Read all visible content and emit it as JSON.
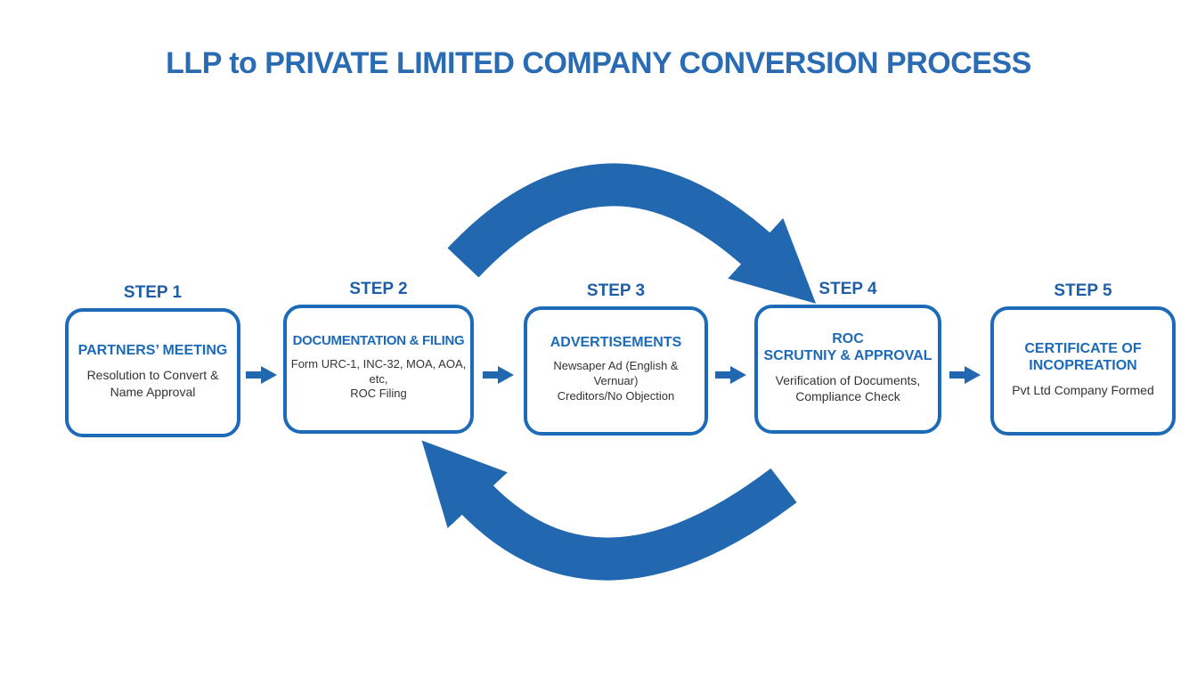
{
  "title": "LLP to PRIVATE LIMITED COMPANY CONVERSION PROCESS",
  "colors": {
    "primary_blue": "#2268b0",
    "title_blue": "#2a6cb4",
    "heading_blue": "#1c6ab8",
    "step_label_blue": "#1f5ea6",
    "body_text": "#333333"
  },
  "steps": [
    {
      "label": "STEP 1",
      "title": "PARTNERS’ MEETING",
      "desc": "Resolution to Convert &\nName Approval"
    },
    {
      "label": "STEP 2",
      "title": "DOCUMENTATION & FILING",
      "desc": "Form URC-1, INC-32, MOA, AOA, etc,\nROC Filing"
    },
    {
      "label": "STEP 3",
      "title": "ADVERTISEMENTS",
      "desc": "Newsaper Ad (English & Vernuar)\nCreditors/No Objection"
    },
    {
      "label": "STEP 4",
      "title": "ROC\nSCRUTNIY & APPROVAL",
      "desc": "Verification of Documents,\nCompliance Check"
    },
    {
      "label": "STEP 5",
      "title": "CERTIFICATE OF\nINCOPREATION",
      "desc": "Pvt Ltd Company Formed"
    }
  ],
  "icons": {
    "connector_arrow": "right-block-arrow",
    "cycle_top": "curved-arrow-clockwise",
    "cycle_bottom": "curved-arrow-counterclockwise"
  }
}
